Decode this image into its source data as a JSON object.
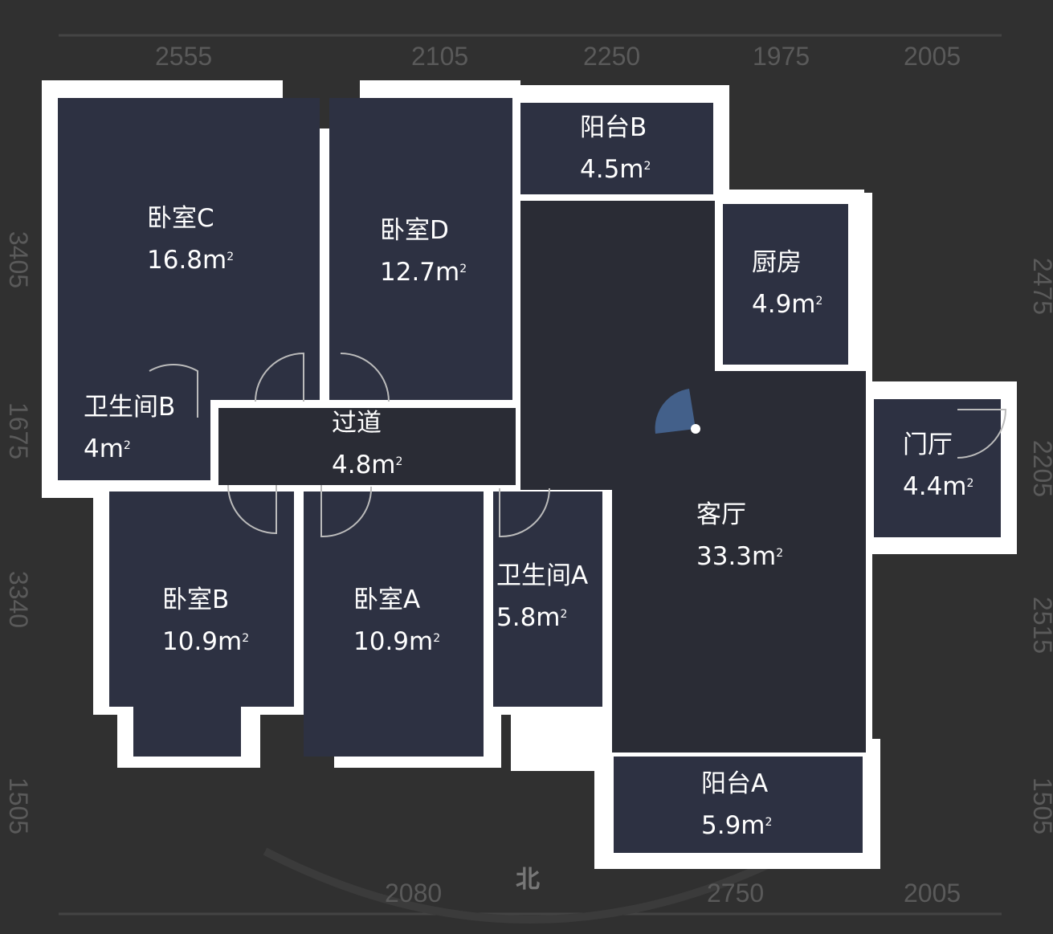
{
  "colors": {
    "background": "#303030",
    "wall": "#ffffff",
    "room": "#2d3142",
    "hall": "#2a2c35",
    "dimension": "#5a5a5a"
  },
  "dimensions": {
    "top": [
      "2555",
      "2105",
      "2250",
      "1975",
      "2005"
    ],
    "bottom": [
      "2080",
      "2750",
      "2005"
    ],
    "left": [
      "3405",
      "1675",
      "3340",
      "1505"
    ],
    "right": [
      "2475",
      "2205",
      "2515",
      "1505"
    ]
  },
  "compass": {
    "label": "北"
  },
  "rooms": [
    {
      "name": "卧室C",
      "area": "16.8m",
      "unit": "2"
    },
    {
      "name": "卧室D",
      "area": "12.7m",
      "unit": "2"
    },
    {
      "name": "阳台B",
      "area": "4.5m",
      "unit": "2"
    },
    {
      "name": "厨房",
      "area": "4.9m",
      "unit": "2"
    },
    {
      "name": "卫生间B",
      "area": "4m",
      "unit": "2"
    },
    {
      "name": "过道",
      "area": "4.8m",
      "unit": "2"
    },
    {
      "name": "门厅",
      "area": "4.4m",
      "unit": "2"
    },
    {
      "name": "客厅",
      "area": "33.3m",
      "unit": "2"
    },
    {
      "name": "卧室B",
      "area": "10.9m",
      "unit": "2"
    },
    {
      "name": "卧室A",
      "area": "10.9m",
      "unit": "2"
    },
    {
      "name": "卫生间A",
      "area": "5.8m",
      "unit": "2"
    },
    {
      "name": "阳台A",
      "area": "5.9m",
      "unit": "2"
    }
  ]
}
